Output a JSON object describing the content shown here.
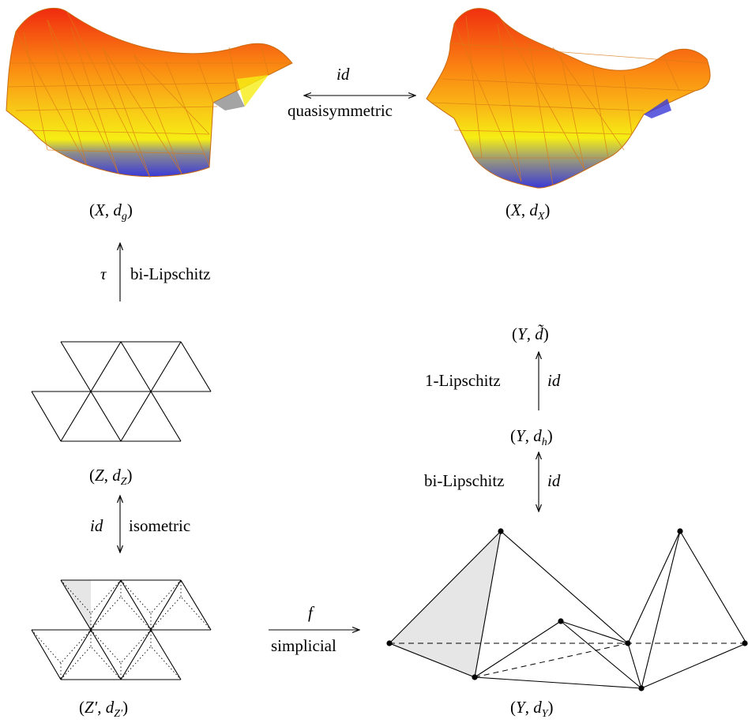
{
  "spaces": {
    "x_dg": {
      "open": "(",
      "var": "X",
      "sep": ", ",
      "d": "d",
      "sub": "g",
      "close": ")"
    },
    "x_dx": {
      "open": "(",
      "var": "X",
      "sep": ", ",
      "d": "d",
      "sub": "X",
      "close": ")"
    },
    "z_dz": {
      "open": "(",
      "var": "Z",
      "sep": ", ",
      "d": "d",
      "sub": "Z",
      "close": ")"
    },
    "zp_dzp": {
      "open": "(",
      "var": "Z′",
      "sep": ", ",
      "d": "d",
      "sub": "Z′",
      "close": ")"
    },
    "y_dtilde": {
      "open": "(",
      "var": "Y",
      "sep": ", ",
      "d": "d̃",
      "sub": "",
      "close": ")"
    },
    "y_dh": {
      "open": "(",
      "var": "Y",
      "sep": ", ",
      "d": "d",
      "sub": "h",
      "close": ")"
    },
    "y_dy": {
      "open": "(",
      "var": "Y",
      "sep": ", ",
      "d": "d",
      "sub": "Y",
      "close": ")"
    }
  },
  "maps": {
    "top": {
      "name": "id",
      "type": "quasisymmetric"
    },
    "tau": {
      "name": "τ",
      "type": "bi-Lipschitz"
    },
    "iso": {
      "name": "id",
      "type": "isometric"
    },
    "f": {
      "name": "f",
      "type": "simplicial"
    },
    "one_lip": {
      "name": "id",
      "type": "1-Lipschitz"
    },
    "bilip_right": {
      "name": "id",
      "type": "bi-Lipschitz"
    }
  },
  "colors": {
    "red": "#f02a10",
    "orange": "#fb8a12",
    "yellow": "#f6ee14",
    "blue": "#3a3ad8",
    "grey": "#8d8d8d",
    "shade": "#e6e6e6"
  }
}
